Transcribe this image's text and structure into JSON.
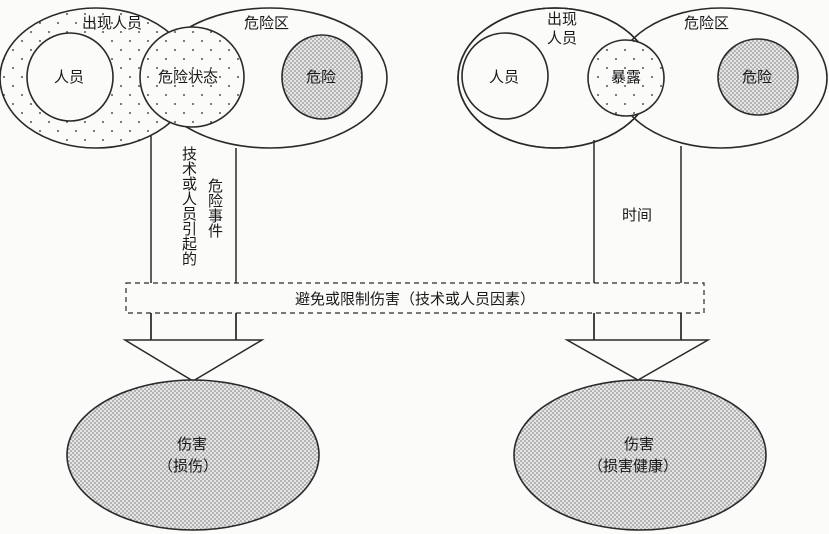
{
  "left": {
    "present_people": "出现人员",
    "danger_zone": "危险区",
    "person": "人员",
    "hazardous_state": "危险状态",
    "hazard": "危险",
    "tech_or_human_caused": "技术或人员引起的",
    "hazard_event": "危险事件",
    "harm_title": "伤害",
    "harm_sub": "（损伤）"
  },
  "right": {
    "present_people_line1": "出现",
    "present_people_line2": "人员",
    "danger_zone": "危险区",
    "person": "人员",
    "exposure": "暴露",
    "hazard": "危险",
    "time": "时间",
    "harm_title": "伤害",
    "harm_sub": "（损害健康）"
  },
  "middle_box": "避免或限制伤害（技术或人员因素）",
  "colors": {
    "line": "#2a2a2a",
    "dots": "#555555",
    "fill_light": "#fbfbfa",
    "fill_dense": "#d8d8d8"
  }
}
